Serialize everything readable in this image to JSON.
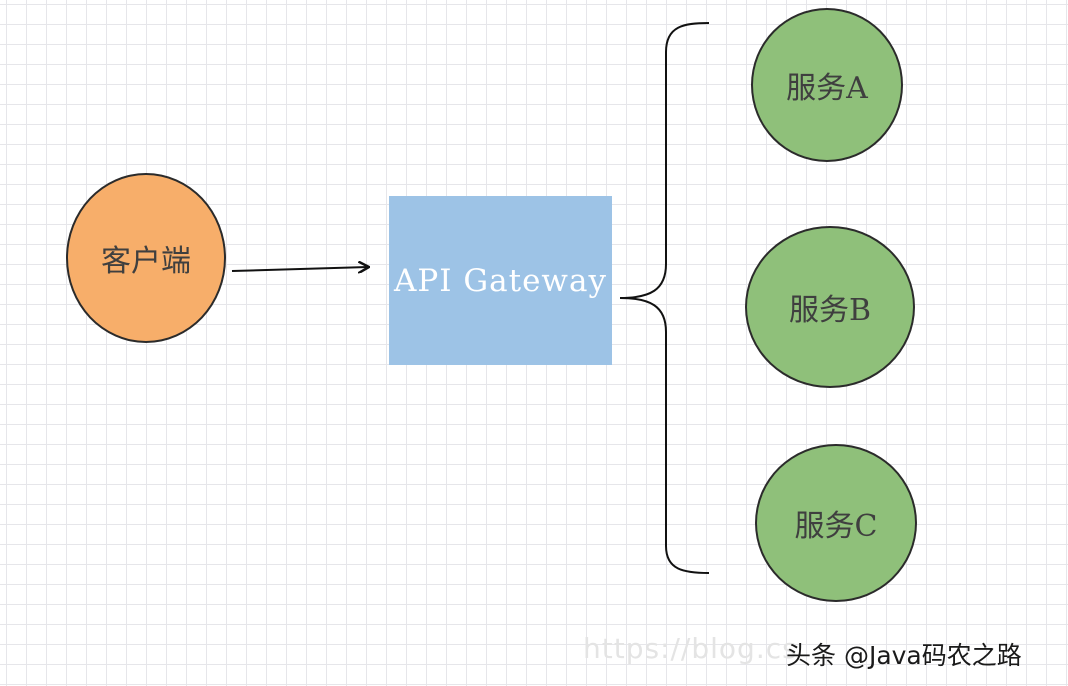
{
  "nodes": {
    "client": "客户端",
    "gateway": "API Gateway",
    "service_a": "服务A",
    "service_b": "服务B",
    "service_c": "服务C"
  },
  "watermark": "https://blog.cs",
  "author": "头条 @Java码农之路",
  "colors": {
    "client_fill": "#f7ae6a",
    "gateway_fill": "#9dc3e6",
    "service_fill": "#8fc07a",
    "outline": "#2b2b2b"
  }
}
